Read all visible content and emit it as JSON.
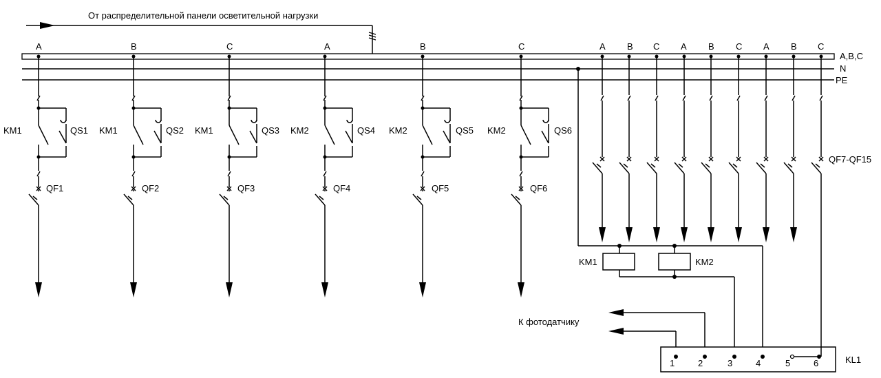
{
  "header": {
    "source_label": "От распределительной панели осветительной нагрузки"
  },
  "bus": {
    "phases_label": "A,B,C",
    "n_label": "N",
    "pe_label": "PE"
  },
  "feeders": [
    {
      "phase": "A",
      "contactor": "KM1",
      "switch": "QS1",
      "breaker": "QF1"
    },
    {
      "phase": "B",
      "contactor": "KM1",
      "switch": "QS2",
      "breaker": "QF2"
    },
    {
      "phase": "C",
      "contactor": "KM1",
      "switch": "QS3",
      "breaker": "QF3"
    },
    {
      "phase": "A",
      "contactor": "KM2",
      "switch": "QS4",
      "breaker": "QF4"
    },
    {
      "phase": "B",
      "contactor": "KM2",
      "switch": "QS5",
      "breaker": "QF5"
    },
    {
      "phase": "C",
      "contactor": "KM2",
      "switch": "QS6",
      "breaker": "QF6"
    }
  ],
  "control_phases": [
    "A",
    "B",
    "C",
    "A",
    "B",
    "C",
    "A",
    "B",
    "C"
  ],
  "control_breakers_label": "QF7-QF15",
  "coils": [
    "KM1",
    "KM2"
  ],
  "photo_sensor_label": "К фотодатчику",
  "relay": {
    "name": "KL1",
    "terminals": [
      "1",
      "2",
      "3",
      "4",
      "5",
      "6"
    ]
  }
}
